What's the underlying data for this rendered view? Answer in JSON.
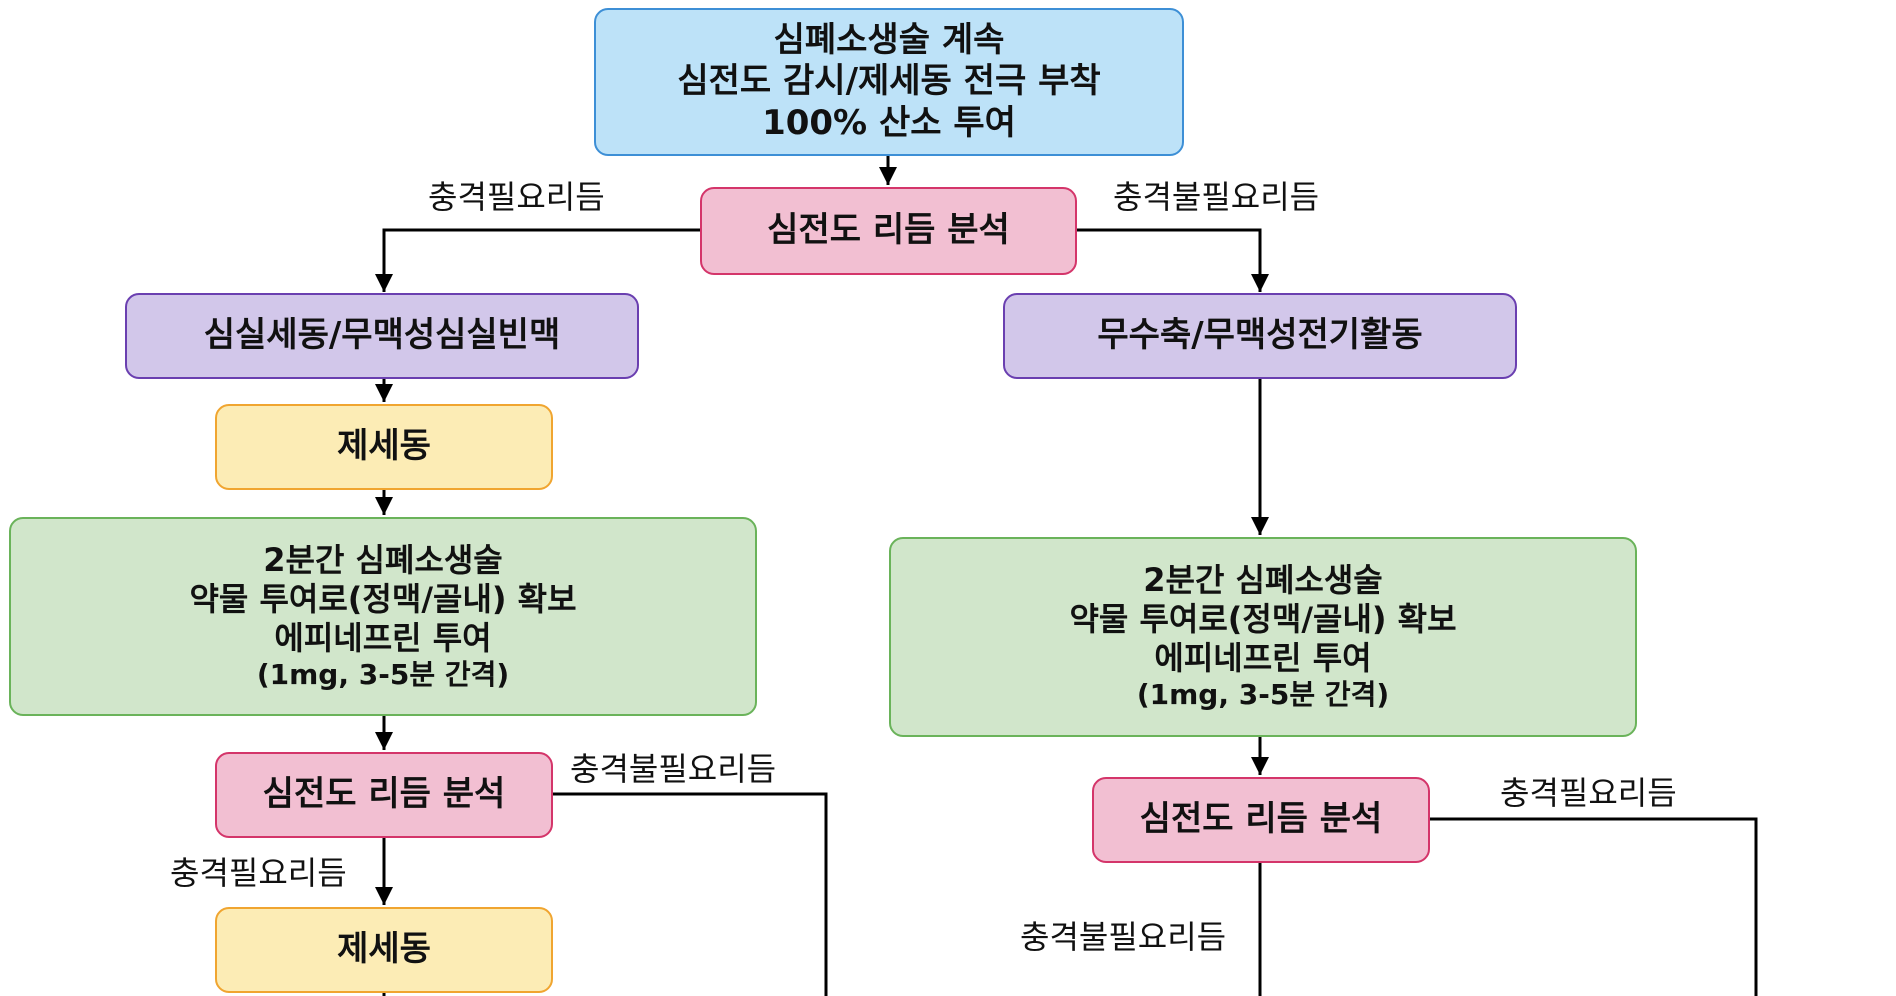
{
  "colors": {
    "blue_fill": "#bde2f8",
    "blue_border": "#3d8fd6",
    "pink_fill": "#f2bfd2",
    "pink_border": "#d4356a",
    "purple_fill": "#d2c7ea",
    "purple_border": "#6a3fb0",
    "yellow_fill": "#fcecb5",
    "yellow_border": "#f0a530",
    "green_fill": "#d1e6cb",
    "green_border": "#6ab35a"
  },
  "nodes": {
    "start": {
      "line1": "심폐소생술 계속",
      "line2": "심전도 감시/제세동 전극 부착",
      "line3": "100% 산소 투여"
    },
    "rhythm_top": "심전도 리듬 분석",
    "vf_pvt": "심실세동/무맥성심실빈맥",
    "asystole_pea": "무수축/무맥성전기활동",
    "defib_1": "제세동",
    "cpr_left": {
      "line1": "2분간 심폐소생술",
      "line2": "약물 투여로(정맥/골내) 확보",
      "line3": "에피네프린 투여",
      "line4": "(1mg, 3-5분 간격)"
    },
    "cpr_right": {
      "line1": "2분간 심폐소생술",
      "line2": "약물 투여로(정맥/골내) 확보",
      "line3": "에피네프린 투여",
      "line4": "(1mg, 3-5분 간격)"
    },
    "rhythm_left": "심전도 리듬 분석",
    "rhythm_right": "심전도 리듬 분석",
    "defib_2": "제세동"
  },
  "labels": {
    "top_left": "충격필요리듬",
    "top_right": "충격불필요리듬",
    "left_mid_right": "충격불필요리듬",
    "left_mid_down": "충격필요리듬",
    "right_mid_right": "충격필요리듬",
    "right_mid_down": "충격불필요리듬"
  }
}
